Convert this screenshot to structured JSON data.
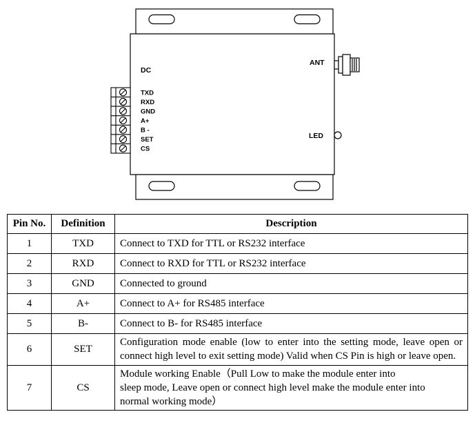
{
  "diagram": {
    "dc_label": "DC",
    "ant_label": "ANT",
    "led_label": "LED",
    "pins": [
      "TXD",
      "RXD",
      "GND",
      "A+",
      "B -",
      "SET",
      "CS"
    ]
  },
  "table": {
    "headers": {
      "pin": "Pin No.",
      "definition": "Definition",
      "description": "Description"
    },
    "rows": [
      {
        "pin": "1",
        "definition": "TXD",
        "description": "Connect to TXD for TTL or RS232 interface"
      },
      {
        "pin": "2",
        "definition": "RXD",
        "description": "Connect to RXD for TTL or RS232 interface"
      },
      {
        "pin": "3",
        "definition": "GND",
        "description": "Connected to ground"
      },
      {
        "pin": "4",
        "definition": "A+",
        "description": "Connect to A+ for RS485 interface"
      },
      {
        "pin": "5",
        "definition": "B-",
        "description": "Connect to B- for RS485 interface"
      },
      {
        "pin": "6",
        "definition": "SET",
        "description": "Configuration mode enable (low to enter into the setting mode, leave open or connect high level to exit setting mode) Valid when CS Pin is high or leave open."
      },
      {
        "pin": "7",
        "definition": "CS",
        "description": "Module working Enable（Pull Low to make the module enter into\nsleep mode, Leave open or connect high level make the module enter into\n normal working mode）"
      }
    ]
  }
}
